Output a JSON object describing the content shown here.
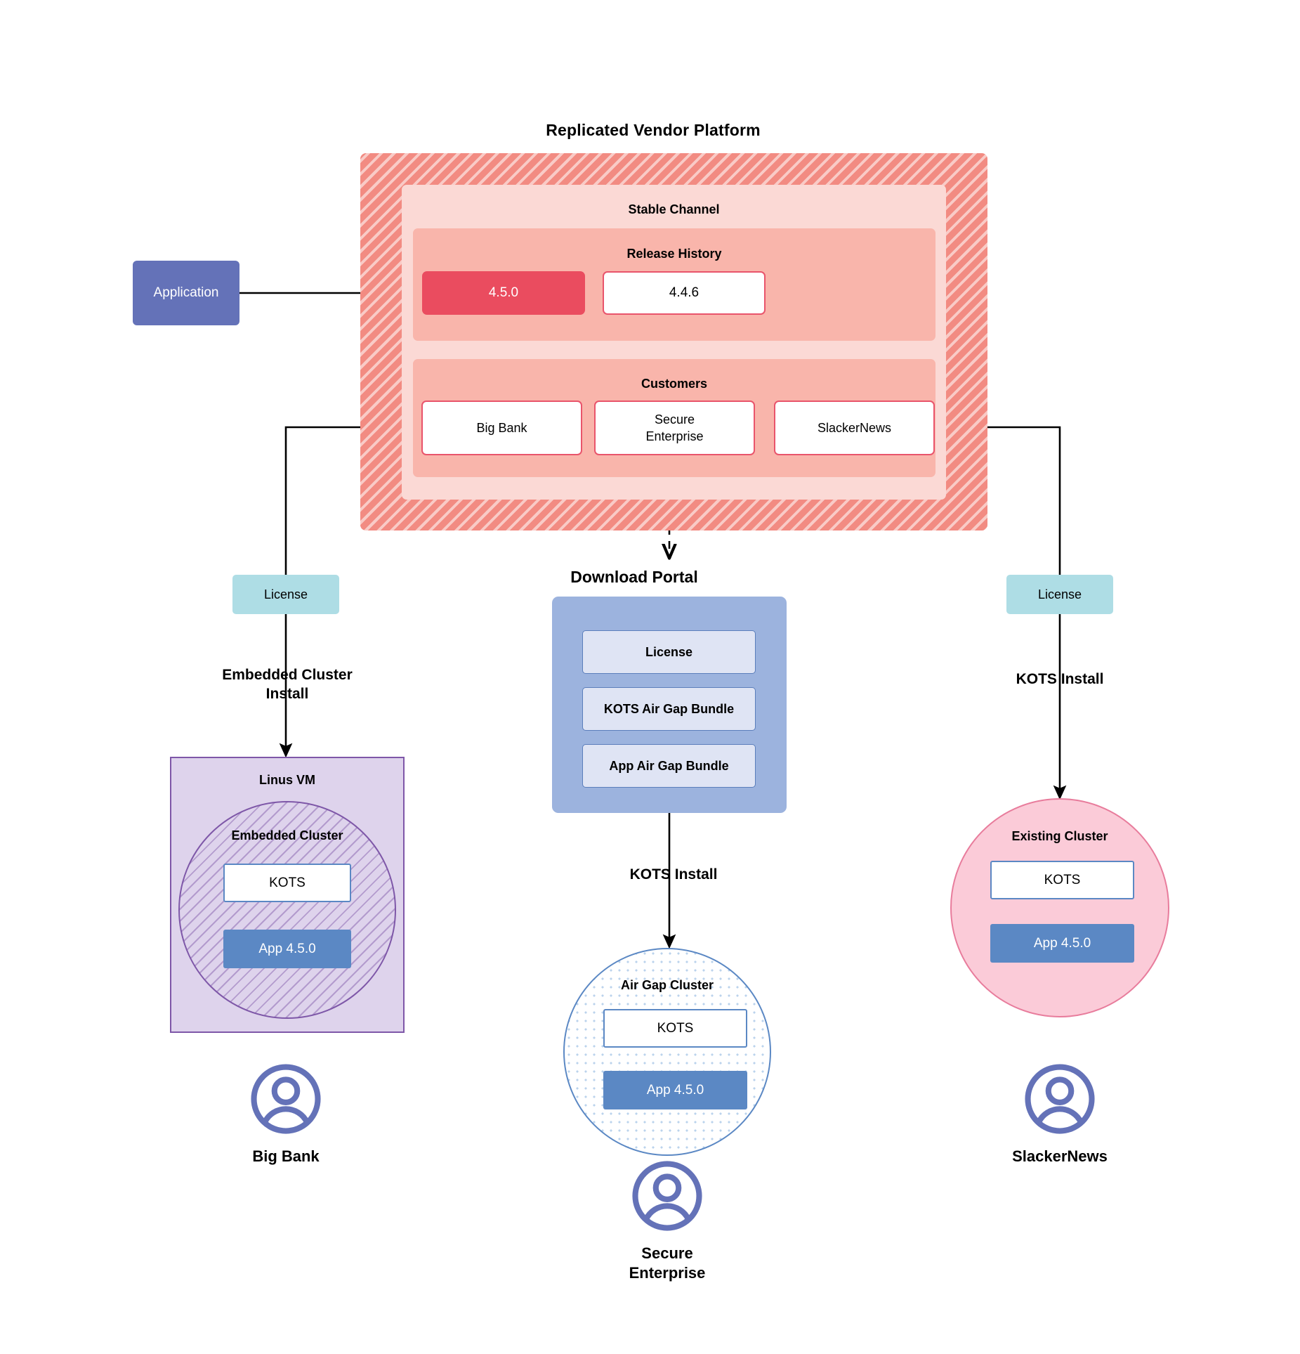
{
  "diagram": {
    "vendor_platform": {
      "title": "Replicated Vendor Platform",
      "channel_label": "Stable Channel",
      "release_history_label": "Release History",
      "releases": [
        {
          "version": "4.5.0",
          "state": "current"
        },
        {
          "version": "4.4.6",
          "state": "previous"
        }
      ],
      "customers_label": "Customers",
      "customers": [
        "Big Bank",
        "Secure\nEnterprise",
        "SlackerNews"
      ]
    },
    "application": {
      "label": "Application"
    },
    "licenses": [
      {
        "label": "License",
        "side": "left"
      },
      {
        "label": "License",
        "side": "right"
      }
    ],
    "install_labels": {
      "left": "Embedded Cluster\nInstall",
      "center": "KOTS Install",
      "right": "KOTS Install"
    },
    "download_portal": {
      "title": "Download  Portal",
      "items": [
        "License",
        "KOTS Air Gap Bundle",
        "App Air Gap Bundle"
      ]
    },
    "targets": {
      "left": {
        "host_label": "Linus VM",
        "cluster_label": "Embedded Cluster",
        "kots_label": "KOTS",
        "app_label": "App 4.5.0",
        "customer_name": "Big Bank",
        "avatar": "user-avatar-icon"
      },
      "center": {
        "cluster_label": "Air Gap Cluster",
        "kots_label": "KOTS",
        "app_label": "App 4.5.0",
        "customer_name": "Secure\nEnterprise",
        "avatar": "user-avatar-icon"
      },
      "right": {
        "cluster_label": "Existing Cluster",
        "kots_label": "KOTS",
        "app_label": "App 4.5.0",
        "customer_name": "SlackerNews",
        "avatar": "user-avatar-icon"
      }
    },
    "colors": {
      "platform_red": "#F28B82",
      "channel_pink": "#FBD9D5",
      "section_pink": "#F9B5AB",
      "release_current": "#EA4C5F",
      "application_purple": "#6472B8",
      "license_teal": "#AEDDE5",
      "portal_blue": "#9CB3DE",
      "portal_item_blue": "#DFE4F4",
      "kots_border_blue": "#5B88C4",
      "app_blue": "#5B88C4",
      "vm_purple": "#DED3EC",
      "vm_border_purple": "#7E57A8",
      "existing_cluster_pink": "#FBCBD8",
      "avatar_purple": "#6472B8"
    }
  }
}
